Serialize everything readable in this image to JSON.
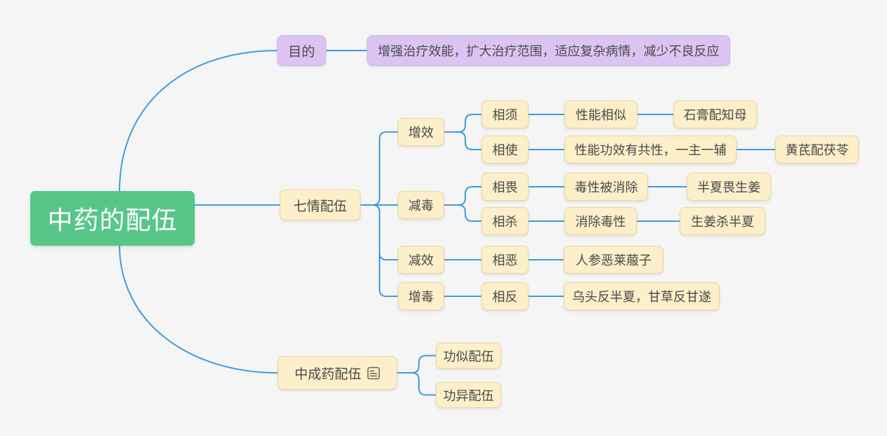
{
  "colors": {
    "background": "#f5f5f5",
    "line": "#3f9ed8",
    "root_fill": "#56c689",
    "root_text": "#ffffff",
    "branch_fill": "#fcefc9",
    "branch_border": "#e9d5a0",
    "purple_fill": "#dcc4f2",
    "purple_border": "#d0b6ea",
    "text": "#4a4a4a"
  },
  "mindmap": {
    "root_label": "中药的配伍",
    "branches": [
      {
        "label": "目的",
        "children": [
          {
            "label": "增强治疗效能，扩大治疗范围，适应复杂病情，减少不良反应"
          }
        ]
      },
      {
        "label": "七情配伍",
        "children": [
          {
            "label": "增效",
            "children": [
              {
                "label": "相须",
                "children": [
                  {
                    "label": "性能相似",
                    "children": [
                      {
                        "label": "石膏配知母"
                      }
                    ]
                  }
                ]
              },
              {
                "label": "相使",
                "children": [
                  {
                    "label": "性能功效有共性，一主一辅",
                    "children": [
                      {
                        "label": "黄芪配茯苓"
                      }
                    ]
                  }
                ]
              }
            ]
          },
          {
            "label": "减毒",
            "children": [
              {
                "label": "相畏",
                "children": [
                  {
                    "label": "毒性被消除",
                    "children": [
                      {
                        "label": "半夏畏生姜"
                      }
                    ]
                  }
                ]
              },
              {
                "label": "相杀",
                "children": [
                  {
                    "label": "消除毒性",
                    "children": [
                      {
                        "label": "生姜杀半夏"
                      }
                    ]
                  }
                ]
              }
            ]
          },
          {
            "label": "减效",
            "children": [
              {
                "label": "相恶",
                "children": [
                  {
                    "label": "人参恶莱菔子"
                  }
                ]
              }
            ]
          },
          {
            "label": "增毒",
            "children": [
              {
                "label": "相反",
                "children": [
                  {
                    "label": "乌头反半夏，甘草反甘遂"
                  }
                ]
              }
            ]
          }
        ]
      },
      {
        "label": "中成药配伍",
        "note_icon": "notes-icon",
        "children": [
          {
            "label": "功似配伍"
          },
          {
            "label": "功异配伍"
          }
        ]
      }
    ]
  }
}
